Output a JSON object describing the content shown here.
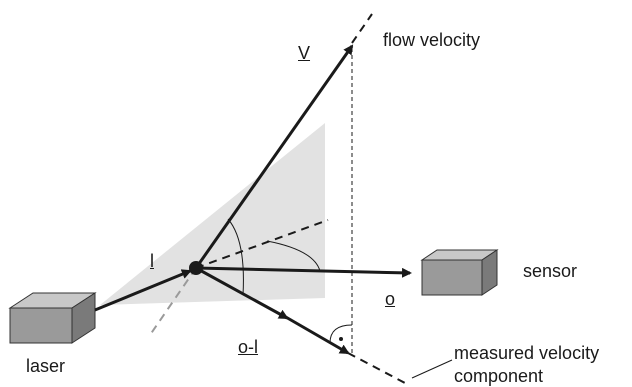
{
  "labels": {
    "V": "V",
    "flow_velocity": "flow velocity",
    "l": "l",
    "sensor": "sensor",
    "o": "o",
    "o_minus_l": "o-l",
    "laser": "laser",
    "measured_velocity_line1": "measured velocity",
    "measured_velocity_line2": "component"
  },
  "colors": {
    "line": "#1a1a1a",
    "light_sheet": "#e2e2e2",
    "box_front": "#9a9a9a",
    "box_top": "#c8c8c8",
    "box_side": "#7a7a7a"
  }
}
